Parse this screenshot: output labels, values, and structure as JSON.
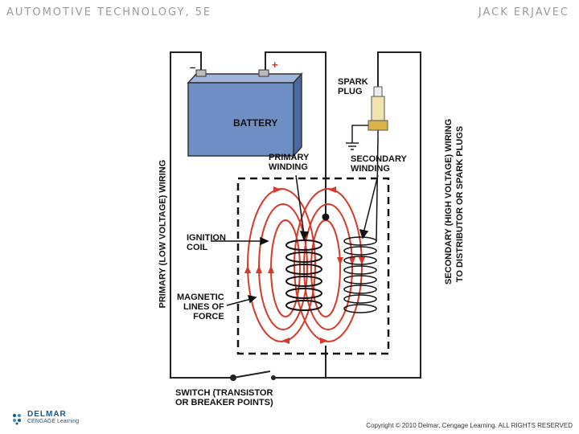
{
  "header": {
    "left": "AUTOMOTIVE TECHNOLOGY, 5E",
    "right": "JACK ERJAVEC"
  },
  "diagram": {
    "battery_label": "BATTERY",
    "minus": "–",
    "plus": "+",
    "spark_plug": [
      "SPARK",
      "PLUG"
    ],
    "primary_winding": [
      "PRIMARY",
      "WINDING"
    ],
    "secondary_winding": [
      "SECONDARY",
      "WINDING"
    ],
    "ignition_coil": [
      "IGNITION",
      "COIL"
    ],
    "magnetic_lines": [
      "MAGNETIC",
      "LINES OF",
      "FORCE"
    ],
    "primary_wiring": "PRIMARY (LOW VOLTAGE) WIRING",
    "secondary_wiring_1": "SECONDARY (HIGH VOLTAGE) WIRING",
    "secondary_wiring_2": "TO DISTRIBUTOR OR SPARK PLUGS",
    "switch": [
      "SWITCH (TRANSISTOR",
      "OR BREAKER POINTS)"
    ]
  },
  "footer": {
    "logo_main": "DELMAR",
    "logo_sub": "CENGAGE Learning",
    "copyright": "Copyright © 2010 Delmar, Cengage Learning. ALL RIGHTS RESERVED"
  },
  "colors": {
    "battery": "#6f8fc4",
    "field_lines": "#d83a2a",
    "wire": "#222222",
    "spark_plug": "#d9b24a"
  }
}
